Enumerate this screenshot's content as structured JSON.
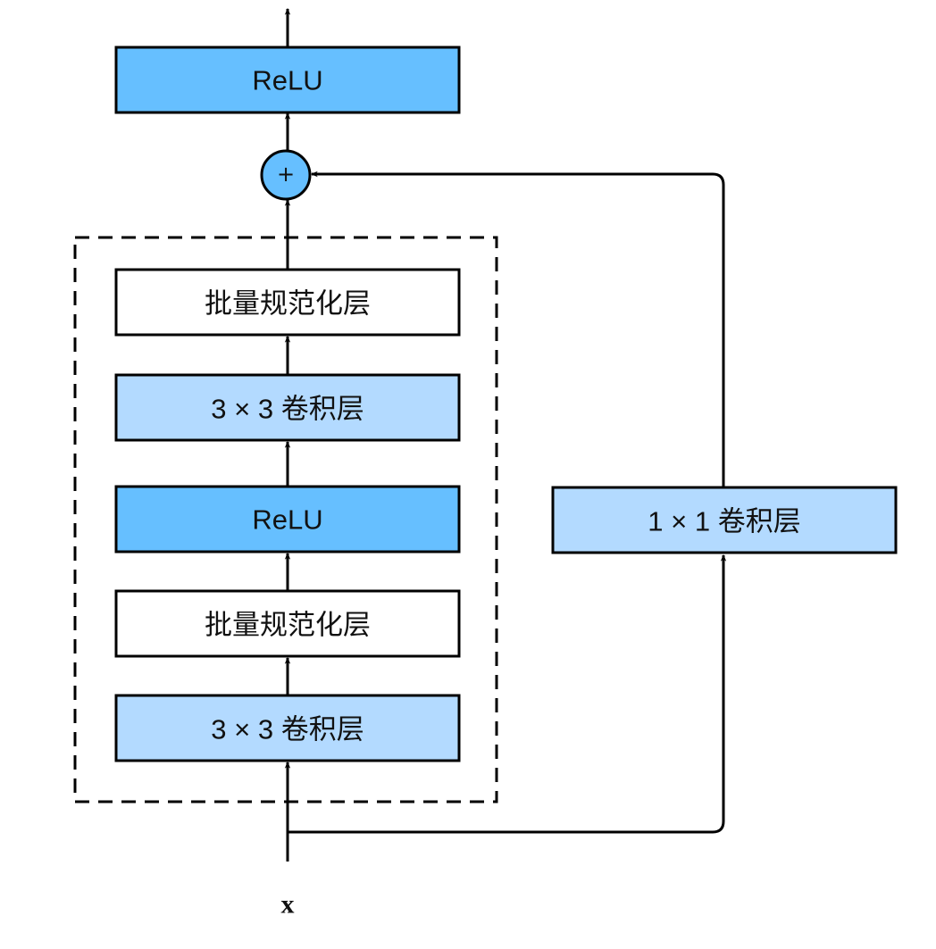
{
  "colors": {
    "relu": "#66bfff",
    "conv": "#b3daff",
    "batchnorm": "#ffffff",
    "add": "#66bfff",
    "stroke": "#000000"
  },
  "blocks": {
    "top_relu": "ReLU",
    "bn_upper": "批量规范化层",
    "conv_upper": "3 × 3 卷积层",
    "mid_relu": "ReLU",
    "bn_lower": "批量规范化层",
    "conv_lower": "3 × 3 卷积层",
    "shortcut_conv": "1 × 1 卷积层"
  },
  "add_symbol": "+",
  "input_label": "x"
}
